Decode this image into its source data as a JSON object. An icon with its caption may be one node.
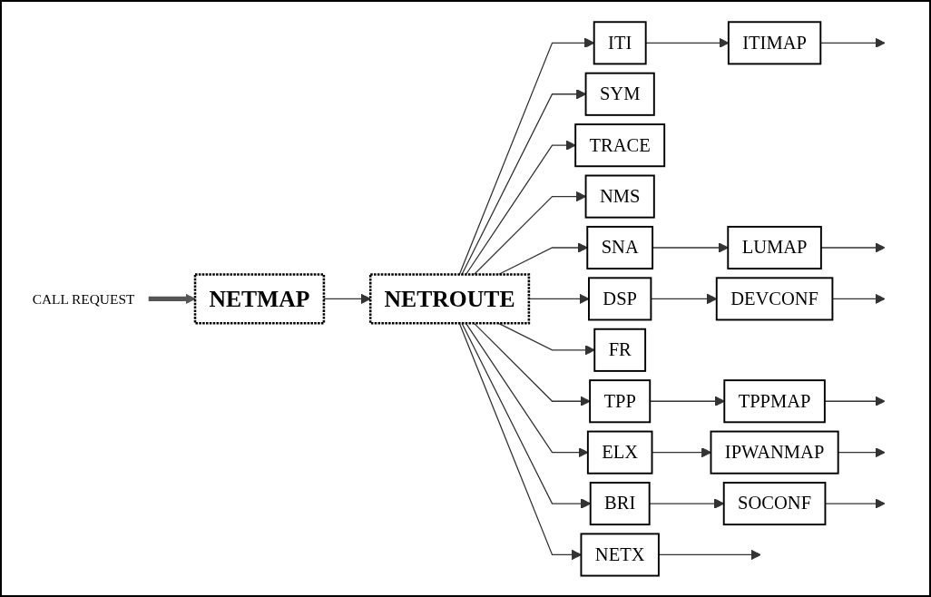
{
  "diagram": {
    "nodes": [
      {
        "text": [
          "CALL REQUEST"
        ]
      },
      {
        "text": [
          "NETMAP"
        ]
      },
      {
        "text": [
          "NETROUTE"
        ]
      },
      {
        "text": [
          "ITI"
        ]
      },
      {
        "text": [
          "ITIMAP"
        ]
      },
      {
        "text": [
          "SYM"
        ]
      },
      {
        "text": [
          "TRACE"
        ]
      },
      {
        "text": [
          "NMS"
        ]
      },
      {
        "text": [
          "SNA"
        ]
      },
      {
        "text": [
          "LUMAP"
        ]
      },
      {
        "text": [
          "NETX"
        ]
      },
      {
        "text": [
          "FR"
        ]
      },
      {
        "text": [
          "DSP"
        ]
      },
      {
        "text": [
          "DEVCONF"
        ]
      },
      {
        "text": [
          "TPP"
        ]
      },
      {
        "text": [
          "TPPMAP"
        ]
      },
      {
        "text": [
          "ELX"
        ]
      },
      {
        "text": [
          "IPWANMAP"
        ]
      },
      {
        "text": [
          "BRI"
        ]
      },
      {
        "text": [
          "SOCONF"
        ]
      }
    ],
    "edges": [
      {
        "from": 0,
        "to": 1,
        "arrow": "to",
        "style": "thick"
      },
      {
        "from": 1,
        "to": 2,
        "arrow": "to"
      },
      {
        "from": 2,
        "to": 3,
        "arrow": "to"
      },
      {
        "from": 2,
        "to": 5,
        "arrow": "to"
      },
      {
        "from": 2,
        "to": 6,
        "arrow": "to"
      },
      {
        "from": 2,
        "to": 7,
        "arrow": "to"
      },
      {
        "from": 2,
        "to": 8,
        "arrow": "to"
      },
      {
        "from": 2,
        "to": 10,
        "arrow": "to"
      },
      {
        "from": 2,
        "to": 11,
        "arrow": "to"
      },
      {
        "from": 2,
        "to": 12,
        "arrow": "to"
      },
      {
        "from": 2,
        "to": 14,
        "arrow": "to"
      },
      {
        "from": 2,
        "to": 16,
        "arrow": "to"
      },
      {
        "from": 2,
        "to": 18,
        "arrow": "to"
      },
      {
        "from": 3,
        "to": 4,
        "arrow": "to"
      },
      {
        "from": 4,
        "to": null,
        "arrow": "to"
      },
      {
        "from": 8,
        "to": 9,
        "arrow": "to"
      },
      {
        "from": 9,
        "to": null,
        "arrow": "to"
      },
      {
        "from": 10,
        "to": null,
        "arrow": "to"
      },
      {
        "from": 12,
        "to": 13,
        "arrow": "to"
      },
      {
        "from": 13,
        "to": null,
        "arrow": "to"
      },
      {
        "from": 14,
        "to": 15,
        "arrow": "to"
      },
      {
        "from": 15,
        "to": null,
        "arrow": "to"
      },
      {
        "from": 16,
        "to": 17,
        "arrow": "to"
      },
      {
        "from": 17,
        "to": null,
        "arrow": "to"
      },
      {
        "from": 18,
        "to": 19,
        "arrow": "to"
      },
      {
        "from": 19,
        "to": null,
        "arrow": "to"
      }
    ]
  }
}
